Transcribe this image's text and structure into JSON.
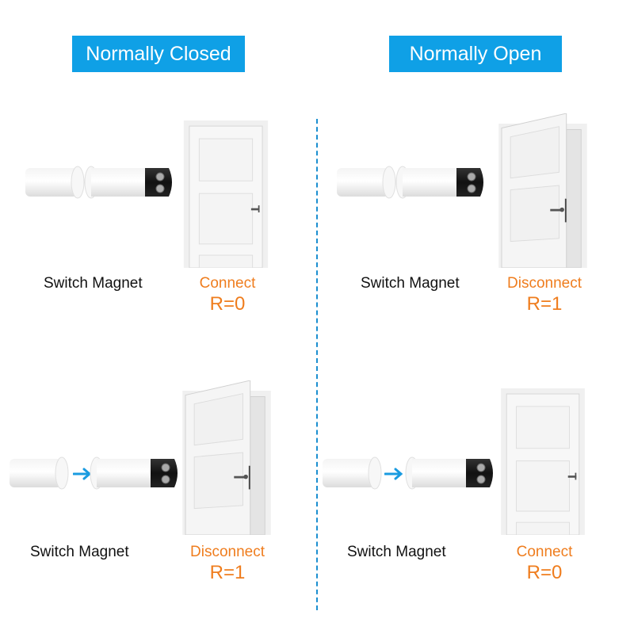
{
  "headers": {
    "normally_closed": "Normally Closed",
    "normally_open": "Normally Open"
  },
  "colors": {
    "header_bg": "#0fa0e6",
    "accent_orange": "#ef7d1e",
    "divider": "#1b8fd0",
    "arrow": "#1a9be0"
  },
  "panels": [
    {
      "id": "nc-top",
      "column": "Normally Closed",
      "door": "closed",
      "magnet_gap": "together",
      "component_label": "Switch Magnet",
      "state": "Connect",
      "resistance": "R=0"
    },
    {
      "id": "no-top",
      "column": "Normally Open",
      "door": "open",
      "magnet_gap": "together",
      "component_label": "Switch Magnet",
      "state": "Disconnect",
      "resistance": "R=1"
    },
    {
      "id": "nc-bottom",
      "column": "Normally Closed",
      "door": "open",
      "magnet_gap": "apart",
      "component_label": "Switch Magnet",
      "state": "Disconnect",
      "resistance": "R=1"
    },
    {
      "id": "no-bottom",
      "column": "Normally Open",
      "door": "closed",
      "magnet_gap": "apart",
      "component_label": "Switch Magnet",
      "state": "Connect",
      "resistance": "R=0"
    }
  ],
  "icons": {
    "arrow": "arrow-right-icon",
    "door_closed": "door-closed-icon",
    "door_open": "door-open-icon",
    "magnet": "magnet-cylinder-icon",
    "switch": "reed-switch-icon"
  }
}
